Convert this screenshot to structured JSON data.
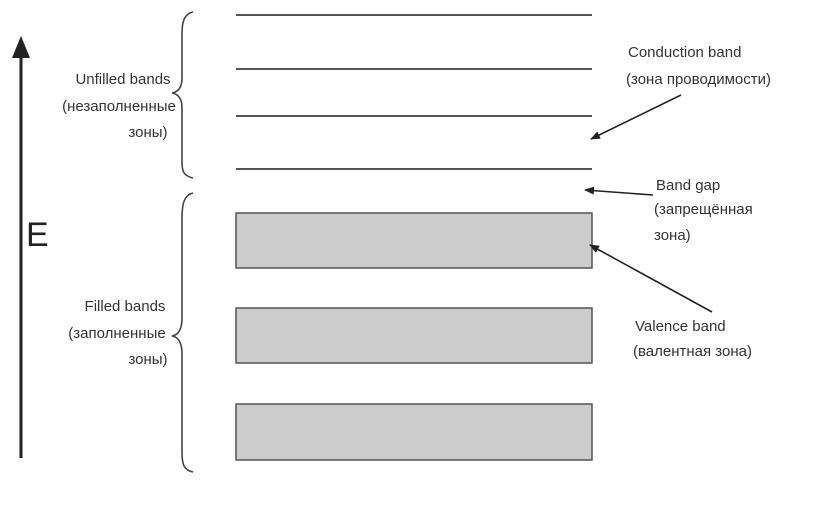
{
  "axis": {
    "label": "E"
  },
  "groups": {
    "unfilled": {
      "line1": "Unfilled bands",
      "line2": "(незаполненные",
      "line3": "зоны)"
    },
    "filled": {
      "line1": "Filled bands",
      "line2": "(заполненные",
      "line3": "зоны)"
    }
  },
  "annotations": {
    "conduction": {
      "line1": "Conduction band",
      "line2": "(зона проводимости)"
    },
    "gap": {
      "line1": "Band gap",
      "line2": "(запрещённая",
      "line3": "зона)"
    },
    "valence": {
      "line1": "Valence band",
      "line2": "(валентная зона)"
    }
  },
  "colors": {
    "band_fill": "#cccccc",
    "line": "#555555"
  }
}
